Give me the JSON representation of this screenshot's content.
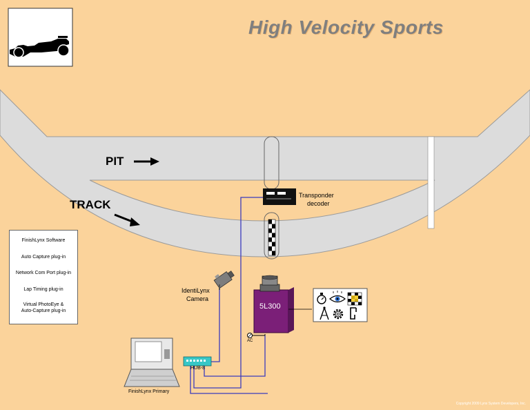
{
  "header": {
    "title": "High Velocity Sports"
  },
  "labels": {
    "pit": "PIT",
    "track": "TRACK",
    "transponder_line1": "Transponder",
    "transponder_line2": "decoder",
    "camera_line1": "IdentiLynx",
    "camera_line2": "Camera",
    "camera_model": "5L300",
    "hub": "HUB-8",
    "ac": "AC",
    "primary": "FinishLynx Primary",
    "copyright": "Copyright 2009 Lynx System Developers, Inc."
  },
  "plugins": [
    "FinishLynx Software",
    "Auto Capture plug-in",
    "Network Com Port plug-in",
    "Lap Timing plug-in",
    "Virtual PhotoEye &",
    "Auto-Capture plug-in"
  ],
  "colors": {
    "background": "#fbd39b",
    "track": "#dcdcdc",
    "camera_body": "#7b1f78",
    "cable": "#3b3bbd"
  },
  "icons": [
    "racecar-logo-icon",
    "stopwatch-icon",
    "eye-icon",
    "checkered-flag-icon",
    "compass-icon",
    "gear-icon",
    "hook-icon"
  ]
}
